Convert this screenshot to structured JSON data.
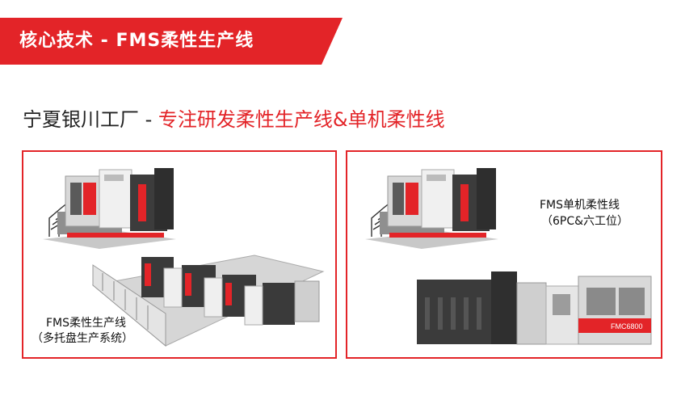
{
  "header": {
    "title": "核心技术 - FMS柔性生产线"
  },
  "subtitle": {
    "part1": "宁夏银川工厂 - ",
    "part2": "专注研发柔性生产线&单机柔性线"
  },
  "left_panel": {
    "caption_line1": "FMS柔性生产线",
    "caption_line2": "（多托盘生产系统）"
  },
  "right_panel": {
    "caption_line1": "FMS单机柔性线",
    "caption_line2": "（6PC&六工位）",
    "machine_label": "FMC6800"
  },
  "colors": {
    "accent": "#e32428",
    "text": "#222222"
  }
}
